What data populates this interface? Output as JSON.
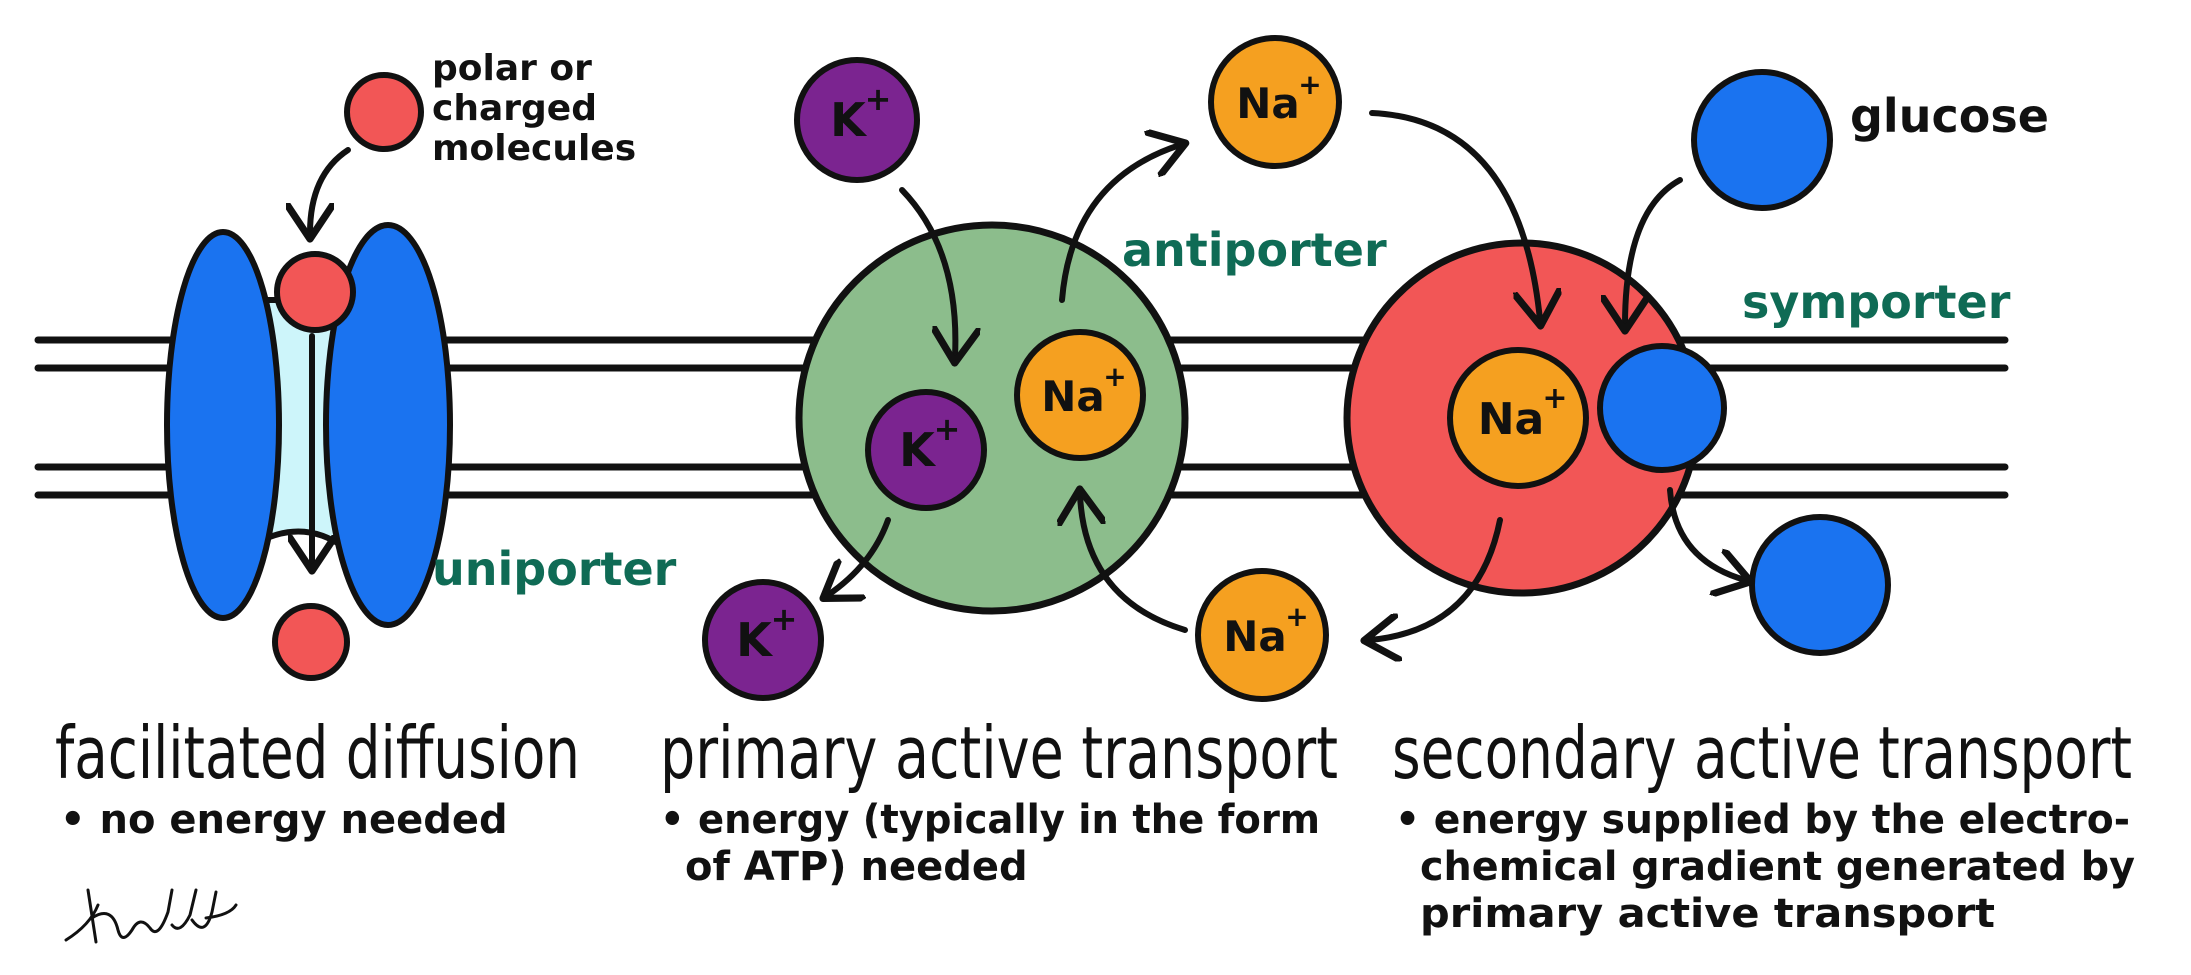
{
  "colors": {
    "membrane": "#111111",
    "channel": "#1a73f0",
    "channel_pore": "#cdf5fa",
    "polar_molecule": "#f25656",
    "antiporter": "#8cbd8c",
    "symporter": "#f25656",
    "k_ion": "#7b2490",
    "na_ion": "#f5a020",
    "glucose": "#1a73f0",
    "label_teal": "#0f6b55"
  },
  "ions": {
    "k_label": "K",
    "k_charge": "+",
    "na_label": "Na",
    "na_charge": "+"
  },
  "labels": {
    "polar_line1": "polar or",
    "polar_line2": "charged",
    "polar_line3": "molecules",
    "glucose": "glucose",
    "uniporter": "uniporter",
    "antiporter": "antiporter",
    "symporter": "symporter"
  },
  "sections": [
    {
      "title": "facilitated diffusion",
      "bullet_line1": "no energy needed",
      "bullet_line2": "",
      "bullet_line3": ""
    },
    {
      "title": "primary active transport",
      "bullet_line1": "energy (typically in the form",
      "bullet_line2": "of ATP) needed",
      "bullet_line3": ""
    },
    {
      "title": "secondary active transport",
      "bullet_line1": "energy supplied by the electro-",
      "bullet_line2": "chemical gradient generated by",
      "bullet_line3": "primary active transport"
    }
  ],
  "signature": "KellHolder"
}
